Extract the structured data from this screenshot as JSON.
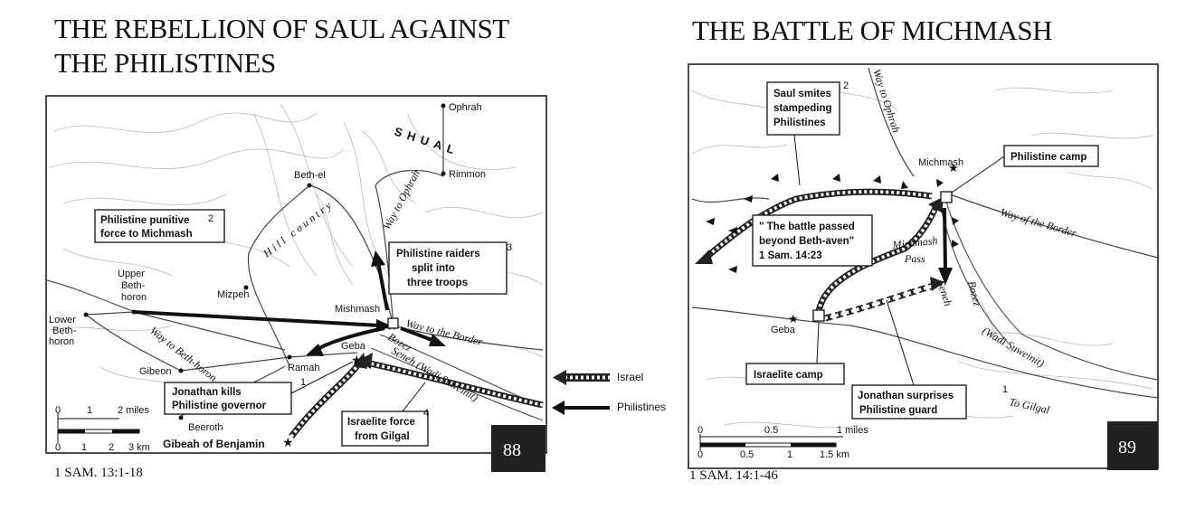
{
  "left_map": {
    "title_line1": "THE REBELLION OF SAUL AGAINST",
    "title_line2": "THE PHILISTINES",
    "reference": "1 SAM. 13:1-18",
    "badge": "88",
    "places": {
      "ophrah": "Ophrah",
      "rimmon": "Rimmon",
      "bethel": "Beth-el",
      "upper_bethhoron_1": "Upper",
      "upper_bethhoron_2": "Beth-",
      "upper_bethhoron_3": "horon",
      "lower_bethhoron_1": "Lower",
      "lower_bethhoron_2": "Beth-",
      "lower_bethhoron_3": "horon",
      "mizpeh": "Mizpeh",
      "mishmash": "Mishmash",
      "geba": "Geba",
      "ramah": "Ramah",
      "gibeon": "Gibeon",
      "beeroth": "Beeroth",
      "gibeah": "Gibeah of Benjamin"
    },
    "region_shual": "SHUAL",
    "region_hill": "Hill country",
    "routes": {
      "way_ophrah": "Way to Ophrah",
      "way_border": "Way to the Border",
      "way_bethhoron": "Way to Beth-horon",
      "bozez": "Bozez",
      "seneh": "Seneh (Wadi Suweinit)"
    },
    "callouts": {
      "punitive_1": "Philistine punitive",
      "punitive_2": "force to Michmash",
      "raiders_1": "Philistine raiders",
      "raiders_2": "split into",
      "raiders_3": "three troops",
      "jonathan_1": "Jonathan kills",
      "jonathan_2": "Philistine governor",
      "israelite_1": "Israelite force",
      "israelite_2": "from Gilgal"
    },
    "numbers": {
      "n1": "1",
      "n2": "2",
      "n3": "3",
      "n4": "4"
    },
    "scale": {
      "t0": "0",
      "t1": "1",
      "t2": "2 miles",
      "b0": "0",
      "b1": "1",
      "b2": "2",
      "b3": "3 km"
    }
  },
  "legend": {
    "israel": "Israel",
    "philistines": "Philistines"
  },
  "right_map": {
    "title": "THE BATTLE OF MICHMASH",
    "reference": "1 SAM. 14:1-46",
    "badge": "89",
    "places": {
      "michmash": "Michmash",
      "geba": "Geba"
    },
    "routes": {
      "way_ophrah": "Way to Ophrah",
      "way_border": "Way of the Border",
      "michmash_pass_1": "Michmash",
      "michmash_pass_2": "Pass",
      "bozez": "Bozez",
      "seneh": "Seneh",
      "wadi": "(Wadi Suweinit)",
      "gilgal": "To Gilgal"
    },
    "callouts": {
      "saul_1": "Saul smites",
      "saul_2": "stampeding",
      "saul_3": "Philistines",
      "camp": "Philistine camp",
      "quote_1": "\" The battle passed",
      "quote_2": "beyond Beth-aven\"",
      "quote_3": "1 Sam. 14:23",
      "isr_camp": "Israelite camp",
      "jonathan_1": "Jonathan surprises",
      "jonathan_2": "Philistine guard"
    },
    "numbers": {
      "n1": "1",
      "n2": "2"
    },
    "scale": {
      "t0": "0",
      "t1": "0.5",
      "t2": "1 miles",
      "b0": "0",
      "b1": "0.5",
      "b2": "1",
      "b3": "1.5 km"
    }
  }
}
